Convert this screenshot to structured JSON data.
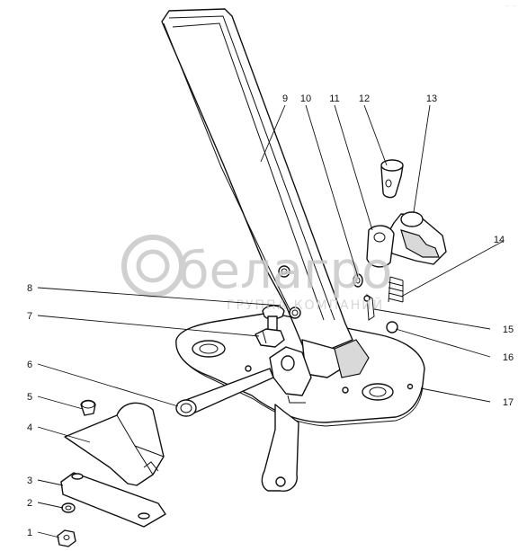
{
  "watermark": {
    "brand": "белагро",
    "subtitle": "ГРУППА КОМПАНИЙ"
  },
  "corner_mark": "·· ··",
  "callouts": [
    {
      "id": "1",
      "label": "1"
    },
    {
      "id": "2",
      "label": "2"
    },
    {
      "id": "3",
      "label": "3"
    },
    {
      "id": "4",
      "label": "4"
    },
    {
      "id": "5",
      "label": "5"
    },
    {
      "id": "6",
      "label": "6"
    },
    {
      "id": "7",
      "label": "7"
    },
    {
      "id": "8",
      "label": "8"
    },
    {
      "id": "9",
      "label": "9"
    },
    {
      "id": "10",
      "label": "10"
    },
    {
      "id": "11",
      "label": "11"
    },
    {
      "id": "12",
      "label": "12"
    },
    {
      "id": "13",
      "label": "13"
    },
    {
      "id": "14",
      "label": "14"
    },
    {
      "id": "15",
      "label": "15"
    },
    {
      "id": "16",
      "label": "16"
    },
    {
      "id": "17",
      "label": "17"
    }
  ]
}
